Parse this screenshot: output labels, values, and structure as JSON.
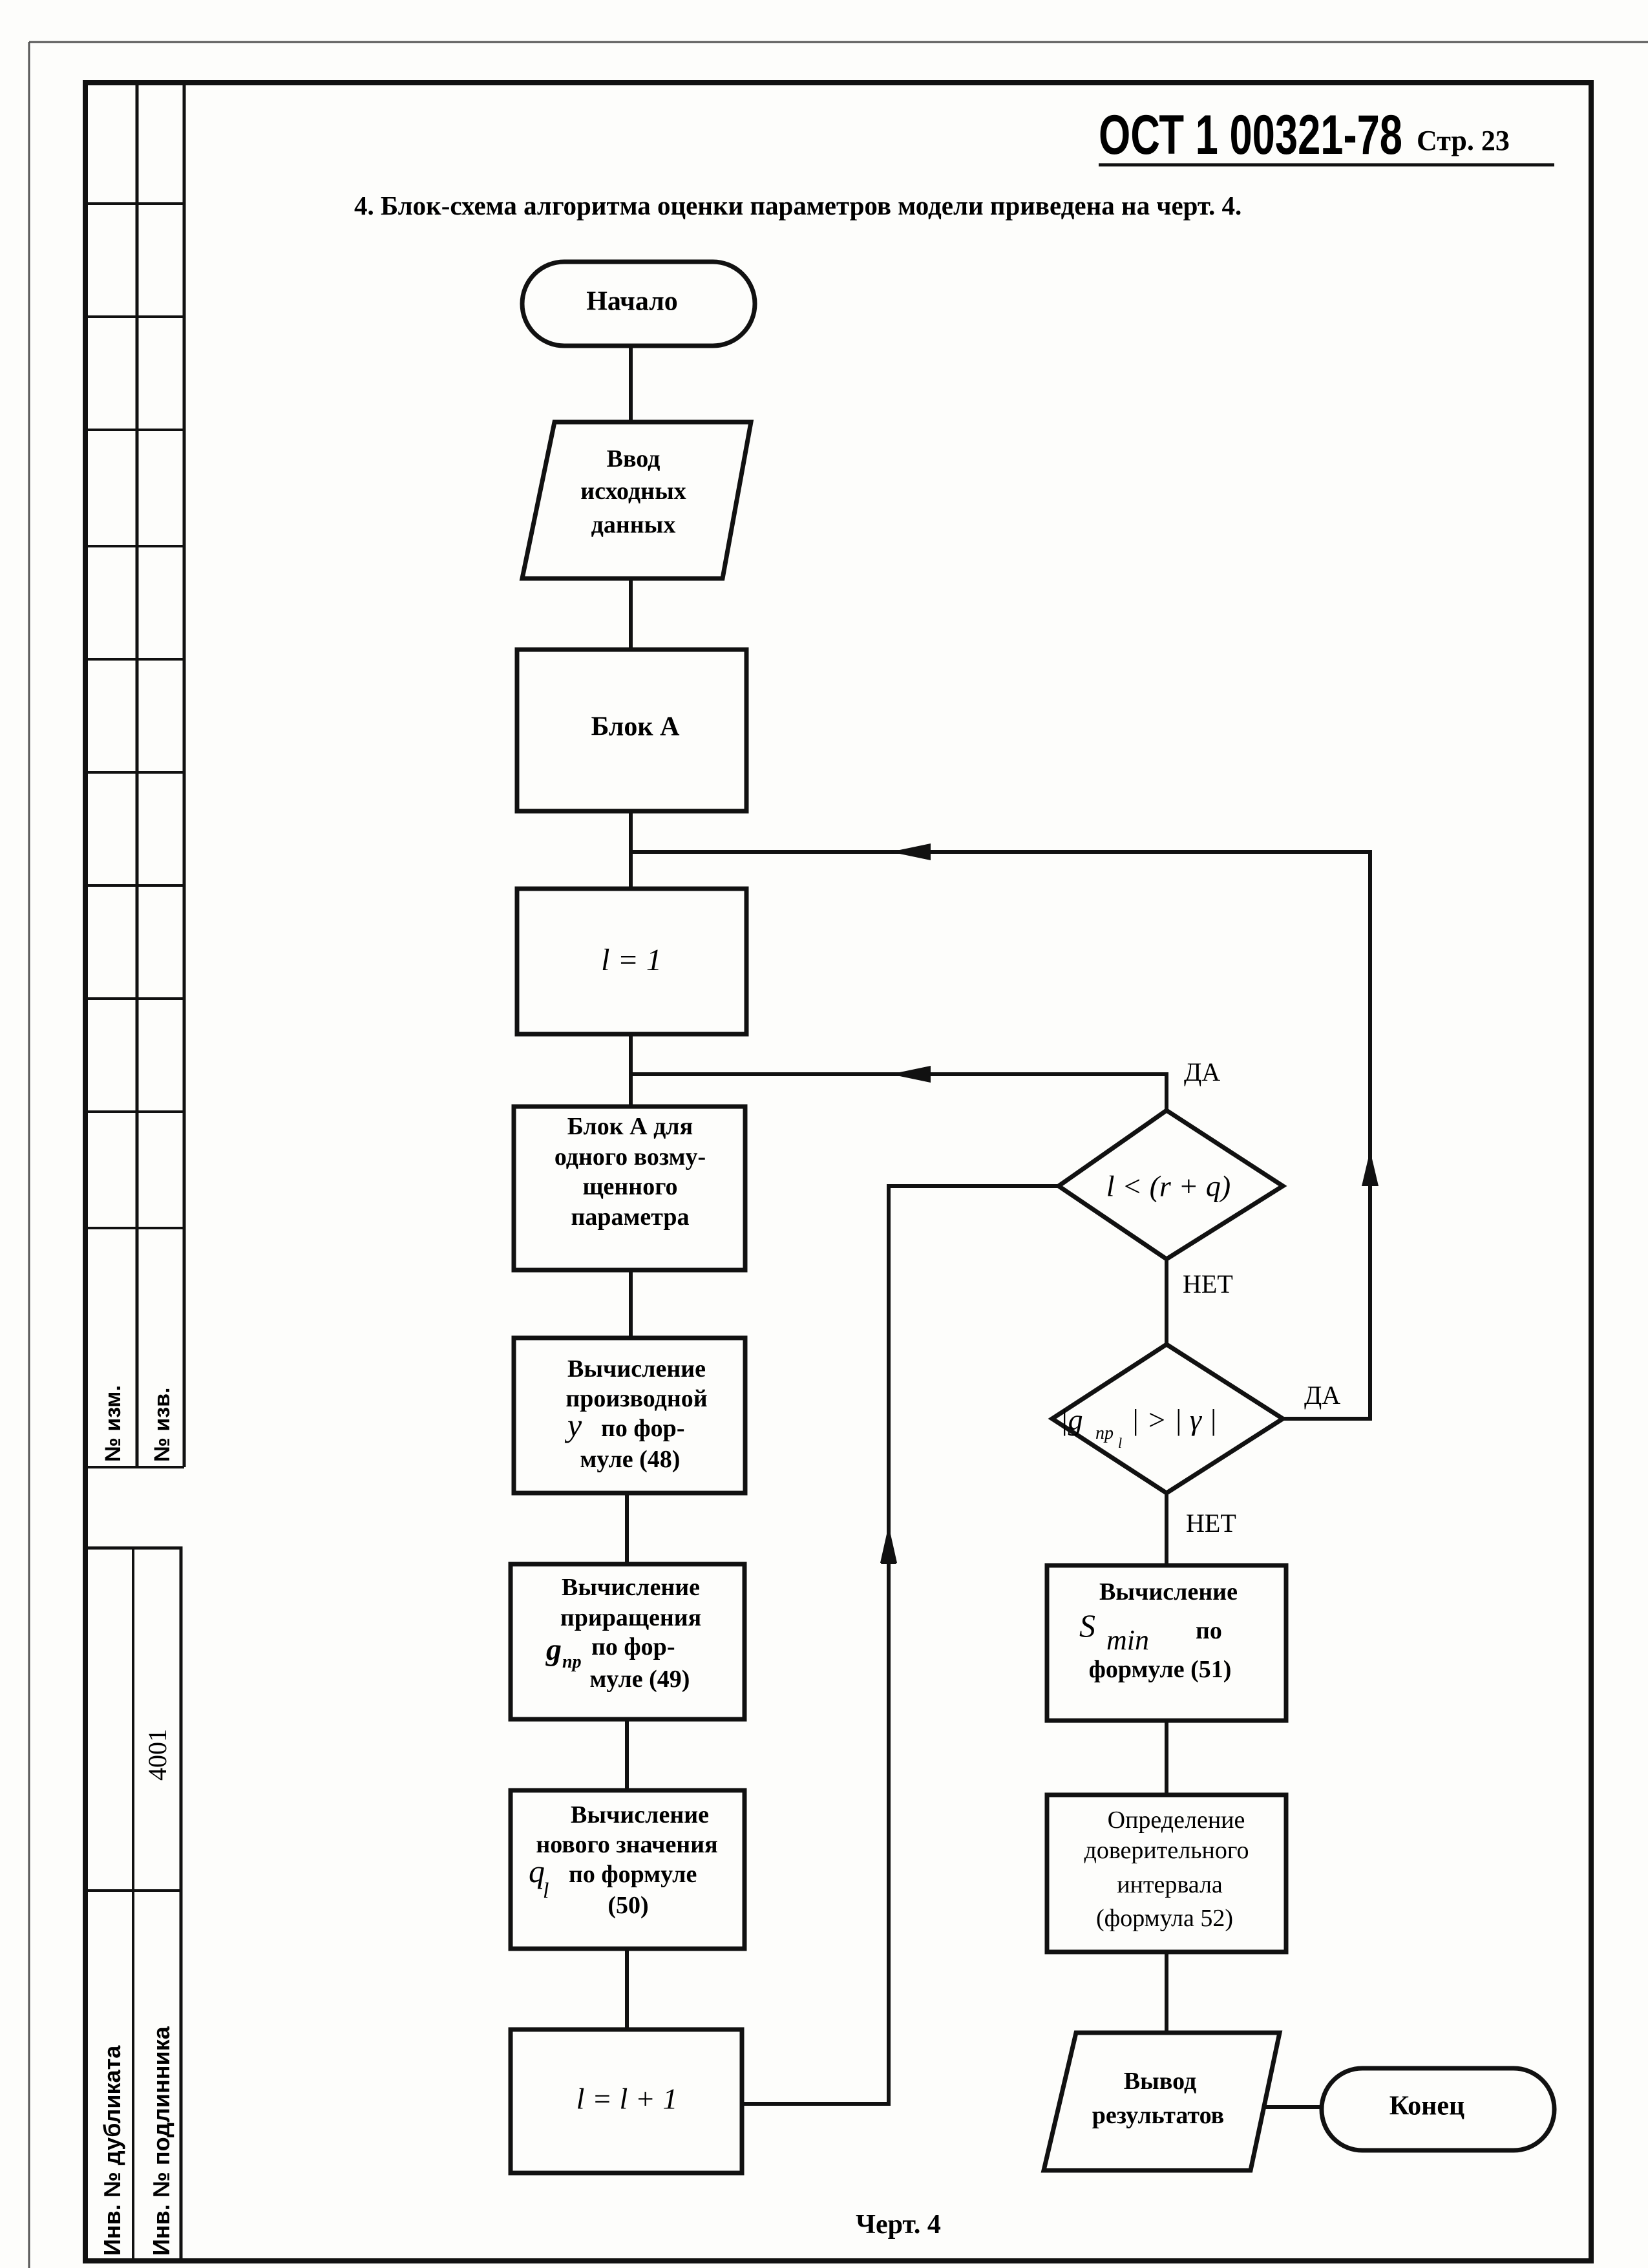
{
  "header": {
    "doc_number": "ОСТ 1 00321-78",
    "page_label": "Стр. 23"
  },
  "intro": "4. Блок-схема алгоритма оценки параметров модели приведена на черт. 4.",
  "caption": "Черт. 4",
  "stamp": {
    "change_no": "№ изм.",
    "notice_no": "№ изв.",
    "dup_inv": "Инв. № дубликата",
    "orig_inv": "Инв. № подлинника",
    "orig_inv_value": "4001"
  },
  "flow": {
    "start": "Начало",
    "input": [
      "Ввод",
      "исходных",
      "данных"
    ],
    "block_a": "Блок А",
    "init_l": "l = 1",
    "block_a_one": [
      "Блок А для",
      "одного возму-",
      "щенного",
      "параметра"
    ],
    "derivative": {
      "l1": "Вычисление",
      "l2": "производной",
      "sym": "y",
      "l3": "по фор-",
      "l4": "муле (48)"
    },
    "increment": {
      "l1": "Вычисление",
      "l2": "приращения",
      "sym": "g",
      "sub": "пр",
      "l3": "по фор-",
      "l4": "муле (49)"
    },
    "new_value": {
      "l1": "Вычисление",
      "l2": "нового значения",
      "sym": "q",
      "sub": "l",
      "l3": "по формуле",
      "l4": "(50)"
    },
    "incr_l": "l = l + 1",
    "cond1": "l < (r + q)",
    "cond2": "|g",
    "cond2_sub": "пр",
    "cond2_subsub": "l",
    "cond2_tail": "| > | γ |",
    "yes1": "ДА",
    "no1": "НЕТ",
    "yes2": "ДА",
    "no2": "НЕТ",
    "smin": {
      "l1": "Вычисление",
      "sym": "S",
      "sub": "min",
      "l2": "по",
      "l3": "формуле (51)"
    },
    "confidence": [
      "Определение",
      "доверительного",
      "интервала",
      "(формула 52)"
    ],
    "output": [
      "Вывод",
      "результатов"
    ],
    "end": "Конец"
  }
}
